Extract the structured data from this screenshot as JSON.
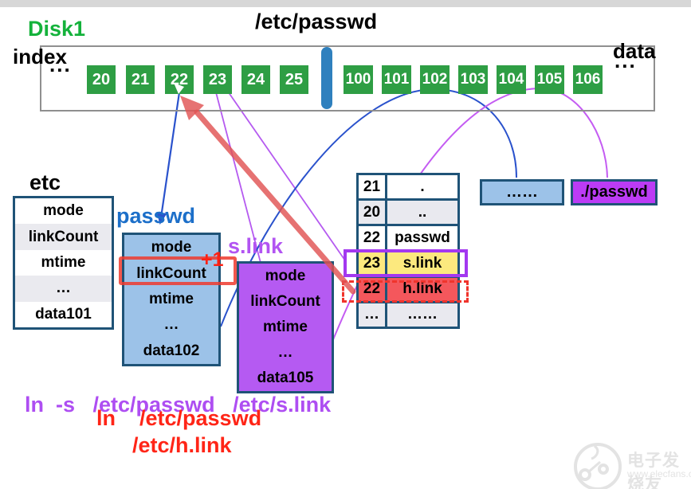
{
  "header": {
    "title": "/etc/passwd",
    "disk_label": "Disk1",
    "index_label": "index",
    "index_dots": "...",
    "data_label": "data",
    "data_dots": "..."
  },
  "disk": {
    "index_blocks": [
      "20",
      "21",
      "22",
      "23",
      "24",
      "25"
    ],
    "data_blocks": [
      "100",
      "101",
      "102",
      "103",
      "104",
      "105",
      "106"
    ]
  },
  "inodes": {
    "etc": {
      "label": "etc",
      "rows": [
        "mode",
        "linkCount",
        "mtime",
        "…",
        "data101"
      ]
    },
    "passwd": {
      "label": "passwd",
      "rows": [
        "mode",
        "linkCount",
        "mtime",
        "…",
        "data102"
      ],
      "increment": "+1"
    },
    "slink": {
      "label": "s.link",
      "rows": [
        "mode",
        "linkCount",
        "mtime",
        "…",
        "data105"
      ]
    }
  },
  "directory": {
    "rows": [
      {
        "inode": "21",
        "name": "."
      },
      {
        "inode": "20",
        "name": ".."
      },
      {
        "inode": "22",
        "name": "passwd"
      },
      {
        "inode": "23",
        "name": "s.link"
      },
      {
        "inode": "22",
        "name": "h.link"
      },
      {
        "inode": "…",
        "name": "……"
      }
    ]
  },
  "content_blocks": {
    "passwd_data": "……",
    "symlink_target": "./passwd"
  },
  "commands": {
    "symlink": "ln  -s   /etc/passwd   /etc/s.link",
    "hardlink_line1": "ln    /etc/passwd",
    "hardlink_line2": "/etc/h.link"
  },
  "watermark": {
    "name": "电子发烧友",
    "url": "www.elecfans.com"
  },
  "colors": {
    "block_green": "#2e9e44",
    "divider_blue": "#2f80be",
    "table_border_navy": "#1f5377",
    "passwd_fill": "#9cc2e8",
    "slink_fill": "#b55af2",
    "symlink_target_fill": "#bc3bf5",
    "yellow_row": "#fce97e",
    "red_row": "#f4575c",
    "accent_red": "#ee3a2e",
    "accent_purple": "#a338f0",
    "line_blue": "#2a52cc",
    "line_magenta": "#c45cf2"
  }
}
